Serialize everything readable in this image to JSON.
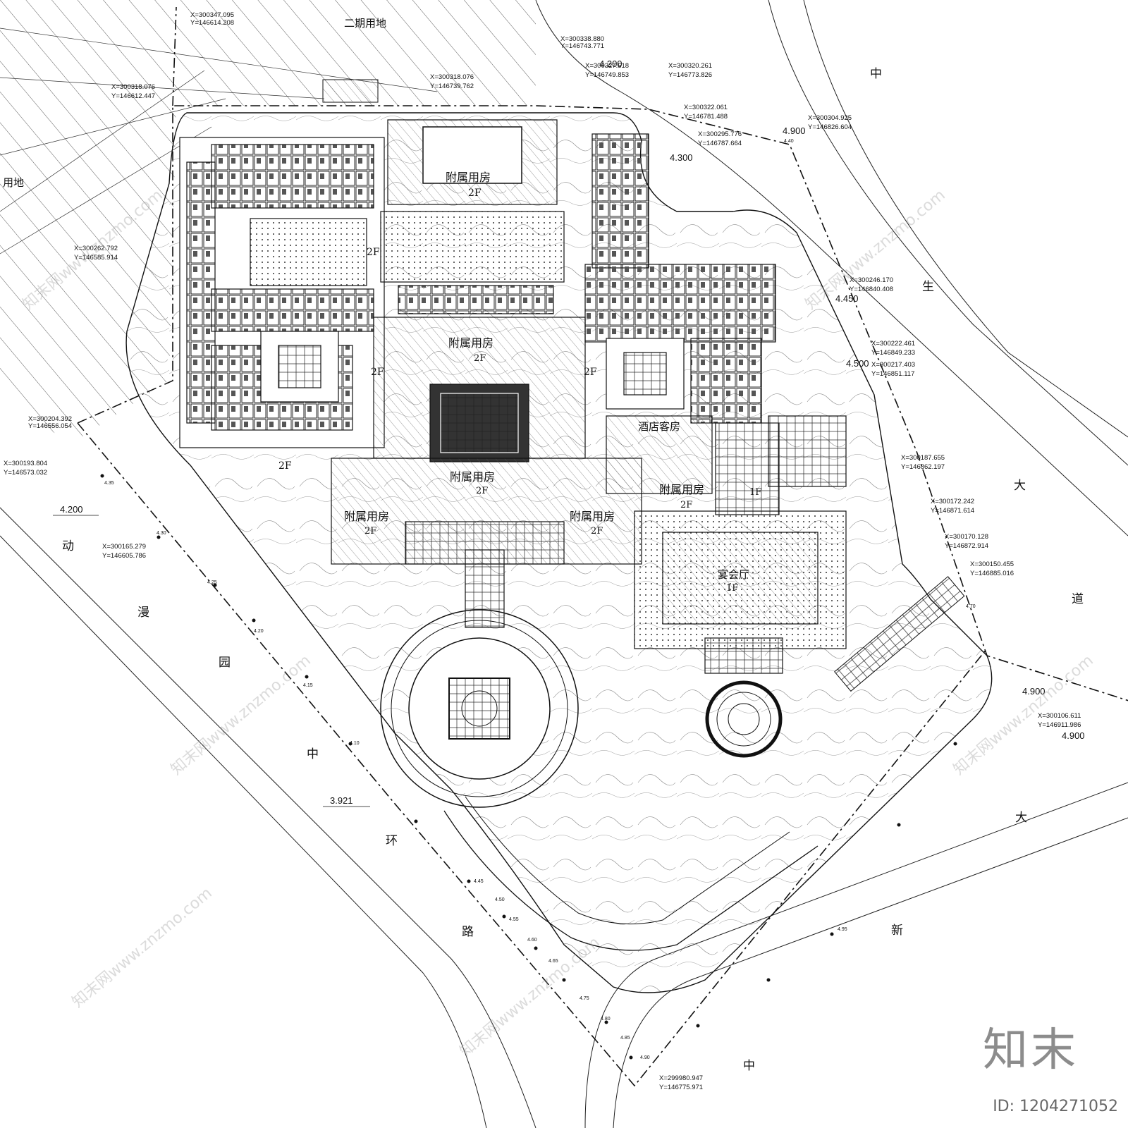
{
  "labels": {
    "phase2_top": "二期用地",
    "phase2_left": "用地",
    "annex_top": "附属用房",
    "annex_top_floor": "2F",
    "annex_center": "附属用房",
    "annex_center_floor": "2F",
    "annex_mid": "附属用房",
    "annex_mid_floor": "2F",
    "annex_left": "附属用房",
    "annex_left_floor": "2F",
    "annex_right": "附属用房",
    "annex_right_floor": "2F",
    "annex_east": "附属用房",
    "annex_east_floor": "2F",
    "hotel_rooms": "酒店客房",
    "banquet": "宴会厅",
    "banquet_floor": "1F",
    "floor_1f": "1F",
    "floor_2f_a": "2F",
    "floor_2f_b": "2F",
    "floor_2f_c": "2F",
    "floor_2f_d": "2F"
  },
  "roads": {
    "west": [
      "动",
      "漫",
      "园",
      "中",
      "环",
      "路"
    ],
    "east": [
      "中",
      "生",
      "大",
      "道"
    ],
    "south": [
      "大",
      "新",
      "中"
    ]
  },
  "elevations": {
    "e1": "4.200",
    "e2": "3.921",
    "e3": "4.900",
    "e4": "4.900",
    "e5": "4.900",
    "e6": "4.500",
    "e7": "4.450",
    "e8": "4.300",
    "e9": "4.200"
  },
  "coordinates": [
    {
      "x": "X=300347.095",
      "y": "Y=146614.208"
    },
    {
      "x": "X=300338.880",
      "y": "Y=146743.771"
    },
    {
      "x": "X=300327.518",
      "y": "Y=146749.853"
    },
    {
      "x": "X=300320.261",
      "y": "Y=146773.826"
    },
    {
      "x": "X=300318.076",
      "y": "Y=146739.762"
    },
    {
      "x": "X=300318.076",
      "y": "Y=146612.447"
    },
    {
      "x": "X=300322.061",
      "y": "Y=146781.488"
    },
    {
      "x": "X=300304.925",
      "y": "Y=146826.604"
    },
    {
      "x": "X=300295.776",
      "y": "Y=146787.664"
    },
    {
      "x": "X=300262.792",
      "y": "Y=146585.914"
    },
    {
      "x": "X=300246.170",
      "y": "Y=146840.408"
    },
    {
      "x": "X=300222.461",
      "y": "Y=146849.233"
    },
    {
      "x": "X=300217.403",
      "y": "Y=146851.117"
    },
    {
      "x": "X=300204.392",
      "y": "Y=146556.054"
    },
    {
      "x": "X=300193.804",
      "y": "Y=146573.032"
    },
    {
      "x": "X=300187.655",
      "y": "Y=146862.197"
    },
    {
      "x": "X=300172.242",
      "y": "Y=146871.614"
    },
    {
      "x": "X=300170.128",
      "y": "Y=146872.914"
    },
    {
      "x": "X=300165.279",
      "y": "Y=146605.786"
    },
    {
      "x": "X=300150.455",
      "y": "Y=146885.016"
    },
    {
      "x": "X=300106.611",
      "y": "Y=146911.986"
    },
    {
      "x": "X=299980.947",
      "y": "Y=146775.971"
    }
  ],
  "grade_points": [
    "4.35",
    "4.30",
    "4.25",
    "4.20",
    "4.15",
    "4.10",
    "4.40",
    "4.45",
    "4.50",
    "4.55",
    "4.60",
    "4.65",
    "4.70",
    "4.75",
    "4.80",
    "4.85",
    "4.90",
    "4.95"
  ],
  "watermark": {
    "site": "知末网www.znzmo.com",
    "logo": "知末",
    "id": "ID: 1204271052"
  }
}
